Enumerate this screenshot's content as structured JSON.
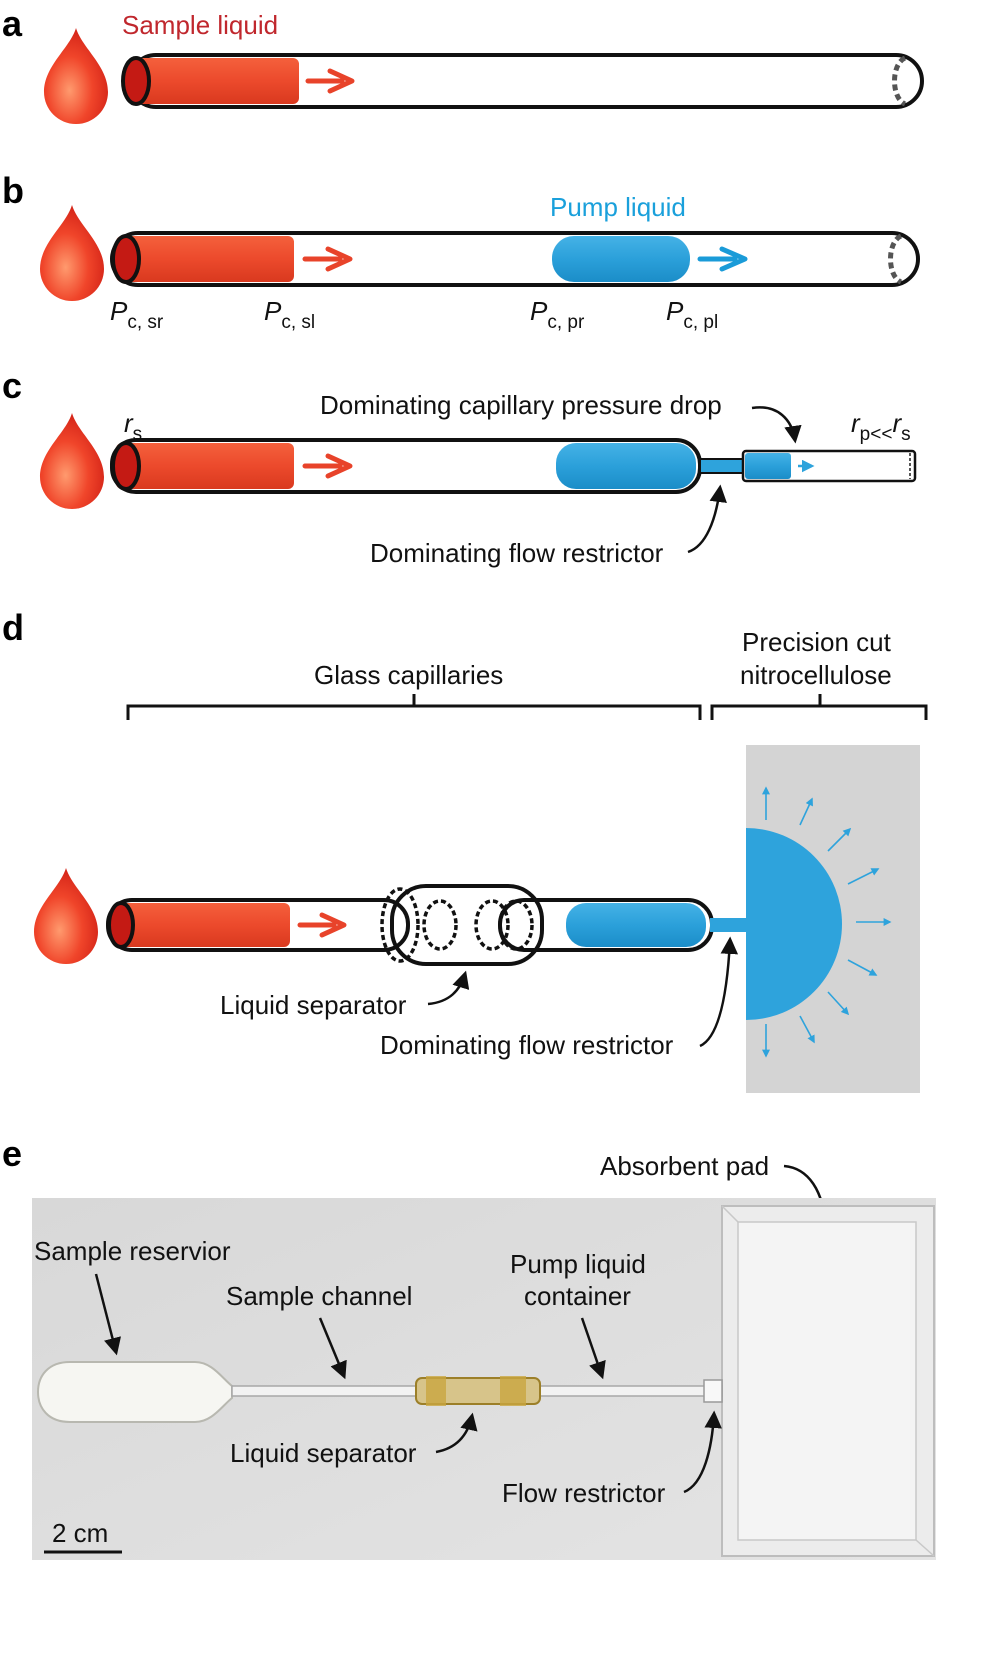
{
  "panels": {
    "a": {
      "letter": "a",
      "sample_label": "Sample liquid"
    },
    "b": {
      "letter": "b",
      "pump_label": "Pump liquid",
      "pressures": [
        {
          "symbol": "P",
          "sub": "c, sr"
        },
        {
          "symbol": "P",
          "sub": "c, sl"
        },
        {
          "symbol": "P",
          "sub": "c, pr"
        },
        {
          "symbol": "P",
          "sub": "c, pl"
        }
      ]
    },
    "c": {
      "letter": "c",
      "rs_symbol": "r",
      "rs_sub": "s",
      "rp_symbol": "r",
      "rp_sub": "p<<",
      "rp_rel_symbol": "r",
      "rp_rel_sub": "s",
      "pressure_drop_label": "Dominating capillary pressure drop",
      "flow_restrictor_label": "Dominating flow restrictor"
    },
    "d": {
      "letter": "d",
      "glass_label": "Glass capillaries",
      "nitro_label_line1": "Precision cut",
      "nitro_label_line2": "nitrocellulose",
      "separator_label": "Liquid separator",
      "flow_restrictor_label": "Dominating flow restrictor"
    },
    "e": {
      "letter": "e",
      "absorbent_label": "Absorbent pad",
      "reservoir_label": "Sample reservior",
      "channel_label": "Sample channel",
      "pump_container_line1": "Pump liquid",
      "pump_container_line2": "container",
      "separator_label": "Liquid separator",
      "flow_restrictor_label": "Flow restrictor",
      "scale_label": "2 cm"
    }
  },
  "colors": {
    "sample": "#e8432a",
    "sample_dark": "#c41a14",
    "pump": "#2ea3dc",
    "arrow_pump": "#1a9bd8",
    "sample_text": "#c0272d",
    "pump_text": "#1aa0db",
    "nitro_bg": "#d4d4d4",
    "photo_bg": "#dcdcdc"
  }
}
